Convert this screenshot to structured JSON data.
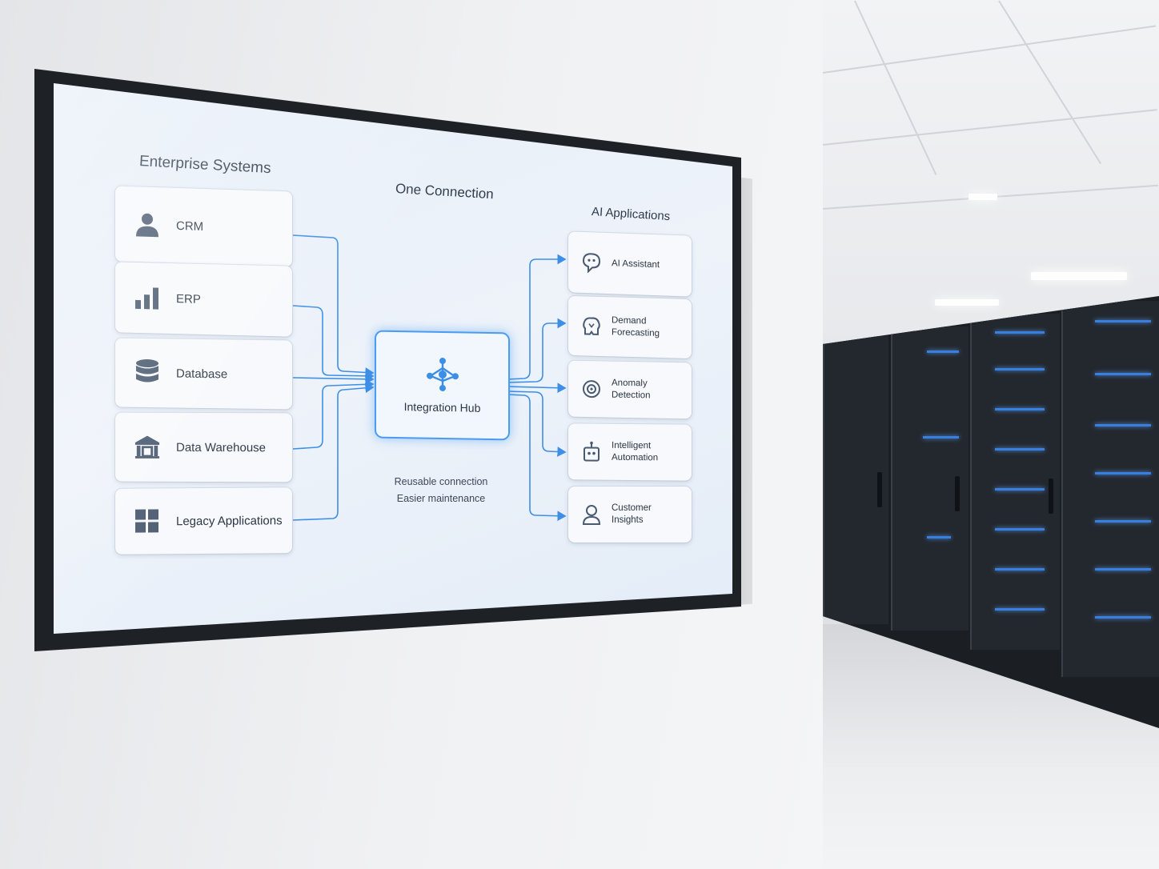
{
  "diagram": {
    "enterprise_heading": "Enterprise Systems",
    "connection_heading": "One Connection",
    "ai_heading": "AI Applications",
    "sources": [
      {
        "label": "CRM",
        "icon": "user-icon"
      },
      {
        "label": "ERP",
        "icon": "bar-chart-icon"
      },
      {
        "label": "Database",
        "icon": "database-icon"
      },
      {
        "label": "Data Warehouse",
        "icon": "warehouse-icon"
      },
      {
        "label": "Legacy Applications",
        "icon": "grid-icon"
      }
    ],
    "hub": {
      "label": "Integration Hub",
      "icon": "network-hub-icon"
    },
    "hub_notes": [
      "Reusable connection",
      "Easier maintenance"
    ],
    "applications": [
      {
        "label": "AI Assistant",
        "icon": "chat-bot-icon"
      },
      {
        "label": "Demand\nForecasting",
        "icon": "brain-icon"
      },
      {
        "label": "Anomaly\nDetection",
        "icon": "shield-gear-icon"
      },
      {
        "label": "Intelligent\nAutomation",
        "icon": "robot-icon"
      },
      {
        "label": "Customer\nInsights",
        "icon": "customer-icon"
      }
    ],
    "colors": {
      "accent": "#4b9cf0",
      "icon": "#4a5a70",
      "card": "#f7f9fc"
    }
  }
}
